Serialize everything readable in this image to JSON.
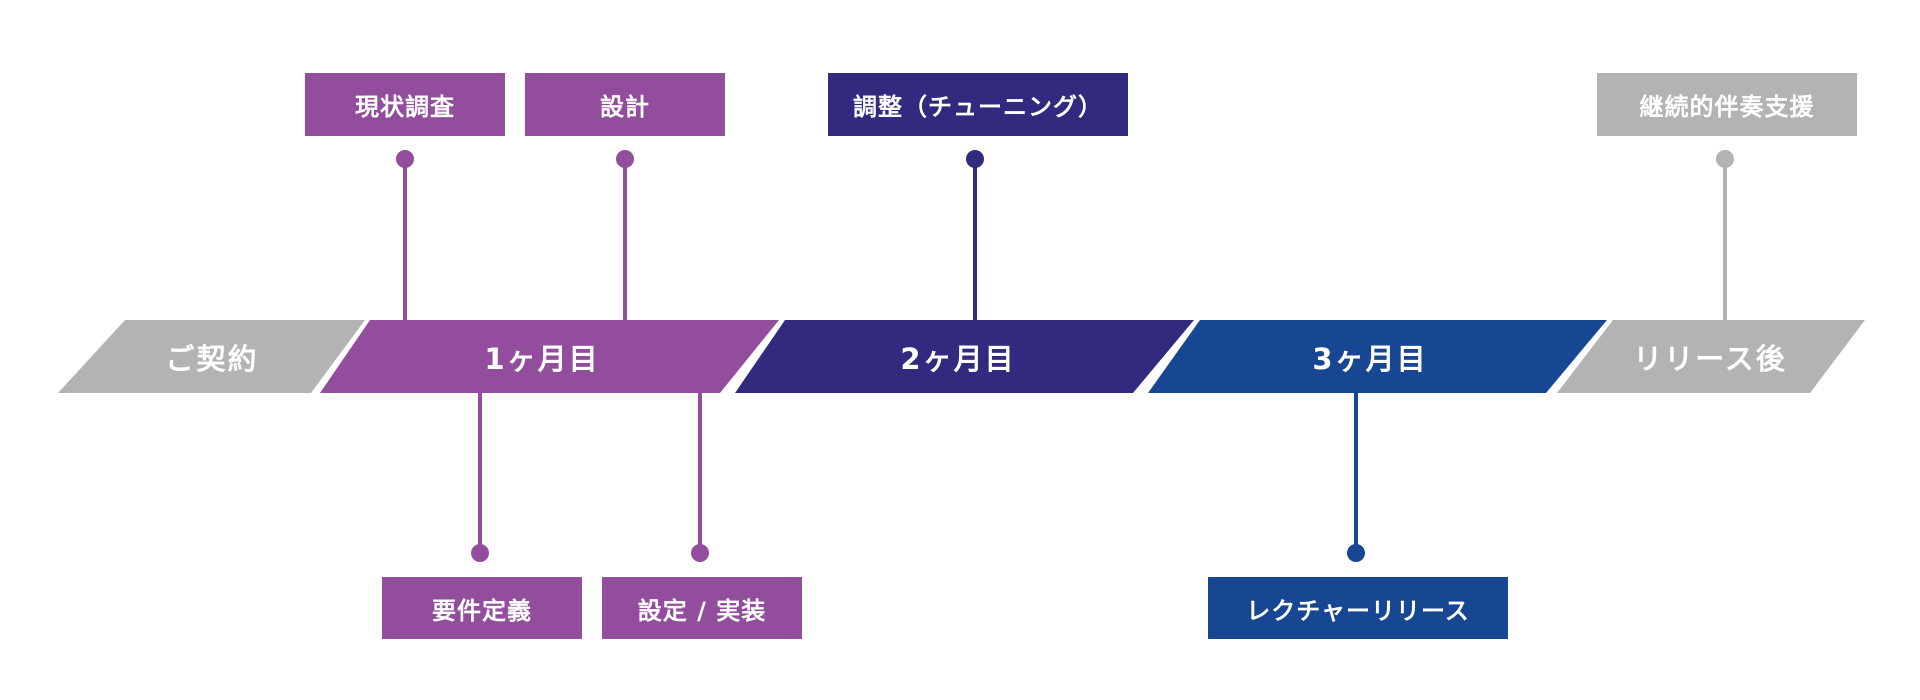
{
  "colors": {
    "gray": "#b3b3b3",
    "purple": "#934d9d",
    "indigo": "#312a7e",
    "blue": "#174693"
  },
  "phases": [
    {
      "label": "ご契約",
      "color": "gray"
    },
    {
      "label": "1ヶ月目",
      "color": "purple"
    },
    {
      "label": "2ヶ月目",
      "color": "indigo"
    },
    {
      "label": "3ヶ月目",
      "color": "blue"
    },
    {
      "label": "リリース後",
      "color": "gray"
    }
  ],
  "milestones_top": [
    {
      "label": "現状調査",
      "color": "purple"
    },
    {
      "label": "設計",
      "color": "purple"
    },
    {
      "label": "調整（チューニング）",
      "color": "indigo"
    },
    {
      "label": "継続的伴奏支援",
      "color": "gray"
    }
  ],
  "milestones_bottom": [
    {
      "label": "要件定義",
      "color": "purple"
    },
    {
      "label": "設定 / 実装",
      "color": "purple"
    },
    {
      "label": "レクチャーリリース",
      "color": "blue"
    }
  ]
}
